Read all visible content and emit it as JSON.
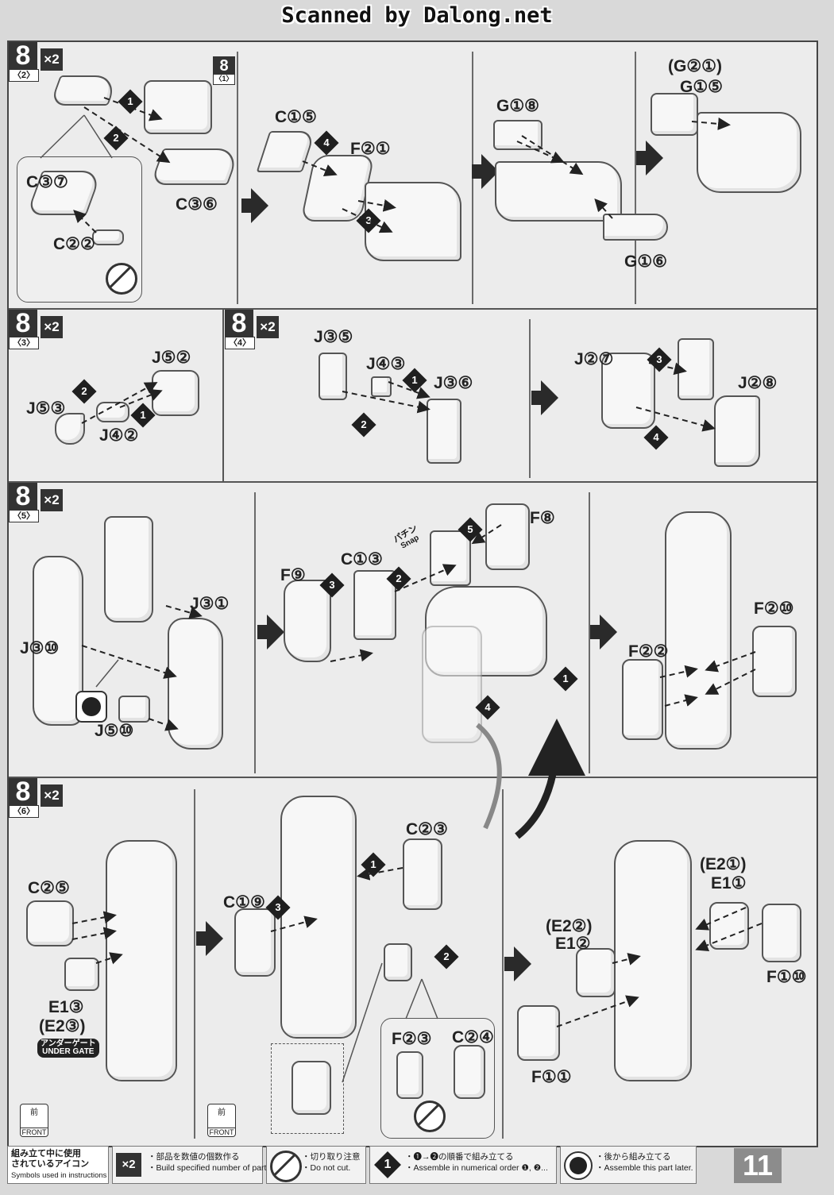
{
  "header": {
    "scanner_credit": "Scanned by Dalong.net"
  },
  "step_8_2": {
    "step_number": "8",
    "substep": "〈2〉",
    "multiplier": "×2",
    "ref": {
      "step_number": "8",
      "substep": "〈1〉"
    },
    "labels": [
      "C③⑦",
      "C③⑥",
      "C②②",
      "C①⑤",
      "F②①",
      "(G②①)",
      "G①⑤",
      "G①⑧",
      "G①⑥"
    ],
    "order": [
      "1",
      "2",
      "4",
      "3"
    ]
  },
  "step_8_3": {
    "step_number": "8",
    "substep": "〈3〉",
    "multiplier": "×2",
    "labels": [
      "J⑤②",
      "J⑤③",
      "J④②"
    ],
    "order": [
      "2",
      "1"
    ]
  },
  "step_8_4": {
    "step_number": "8",
    "substep": "〈4〉",
    "multiplier": "×2",
    "labels": [
      "J③⑤",
      "J④③",
      "J③⑥",
      "J②⑦",
      "J②⑧"
    ],
    "order": [
      "1",
      "2",
      "3",
      "4"
    ]
  },
  "step_8_5": {
    "step_number": "8",
    "substep": "〈5〉",
    "multiplier": "×2",
    "labels": [
      "J③①",
      "J③⑩",
      "J⑤⑩",
      "C①③",
      "F⑨",
      "F⑧",
      "F②⑩",
      "F②②"
    ],
    "snap_jp": "パチン",
    "snap_en": "Snap",
    "order": [
      "3",
      "2",
      "5",
      "4",
      "1"
    ]
  },
  "step_8_6": {
    "step_number": "8",
    "substep": "〈6〉",
    "multiplier": "×2",
    "labels": [
      "C②⑤",
      "E1③",
      "(E2③)",
      "C②③",
      "C①⑨",
      "F②③",
      "C②④",
      "(E2①)",
      "E1①",
      "(E2②)",
      "E1②",
      "F①⑩",
      "F①①"
    ],
    "under_gate_jp": "アンダーゲート",
    "under_gate_en": "UNDER GATE",
    "front_jp": "前",
    "front_en": "FRONT",
    "order": [
      "1",
      "3",
      "2"
    ]
  },
  "footer": {
    "symbols_jp": "組み立て中に使用\nされているアイコン",
    "symbols_en": "Symbols used in instructions",
    "x2_icon": "×2",
    "x2_jp": "・部品を数値の個数作る",
    "x2_en": "・Build specified number of parts.",
    "cut_jp": "・切り取り注意",
    "cut_en": "・Do not cut.",
    "order_icon": "1",
    "order_jp": "・❶→❷の順番で組み立てる",
    "order_en": "・Assemble in numerical order ❶, ❷...",
    "later_jp": "・後から組み立てる",
    "later_en": "・Assemble this part later.",
    "page_number": "11"
  }
}
